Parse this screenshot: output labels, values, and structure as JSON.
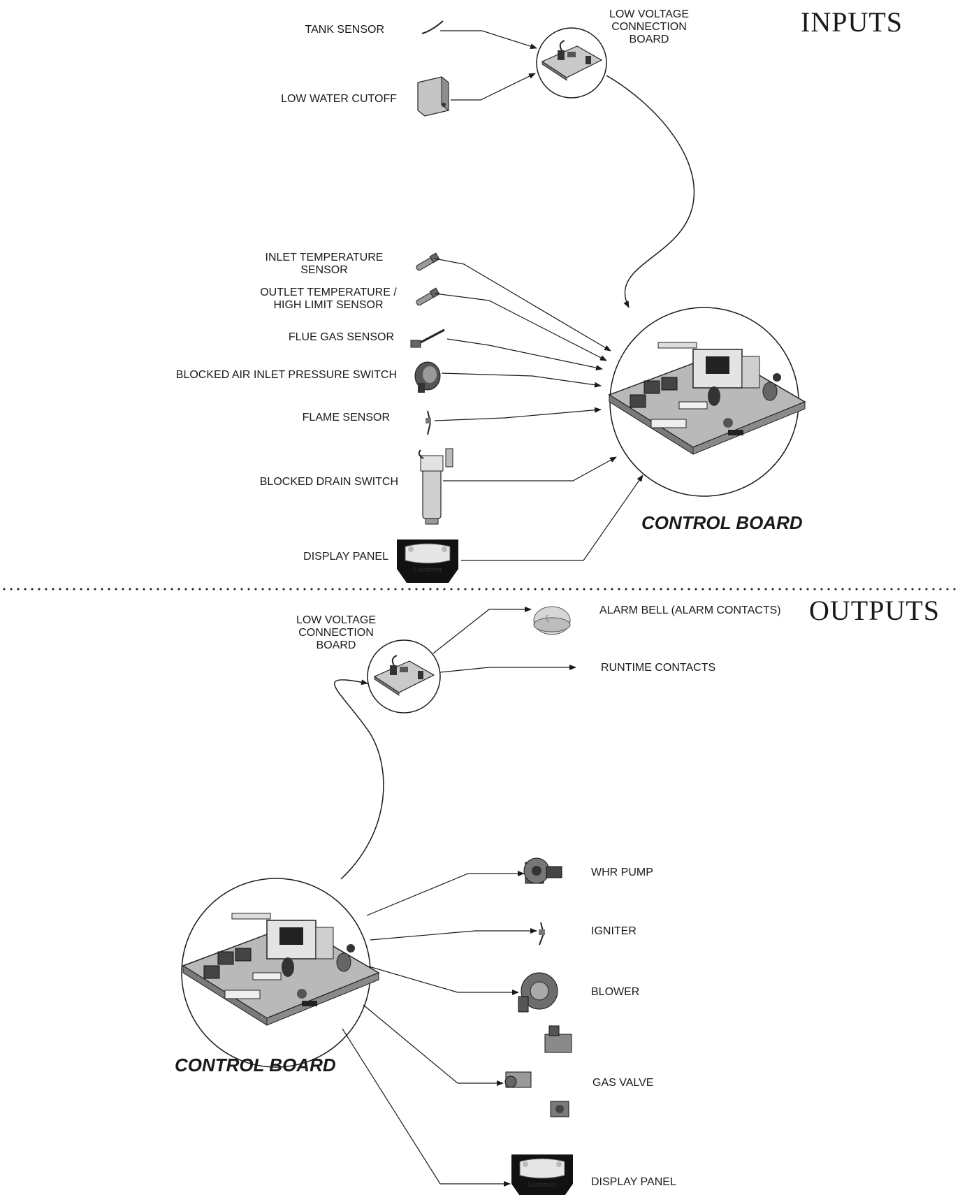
{
  "inputs": {
    "section_title": "INPUTS",
    "low_voltage_board": [
      "LOW VOLTAGE",
      "CONNECTION",
      "BOARD"
    ],
    "tank_sensor": "TANK SENSOR",
    "low_water_cutoff": "LOW WATER CUTOFF",
    "inlet_temp_sensor": [
      "INLET TEMPERATURE",
      "SENSOR"
    ],
    "outlet_temp_sensor": [
      "OUTLET TEMPERATURE /",
      "HIGH LIMIT SENSOR"
    ],
    "flue_gas_sensor": "FLUE GAS SENSOR",
    "blocked_air_switch": "BLOCKED AIR INLET PRESSURE SWITCH",
    "flame_sensor": "FLAME SENSOR",
    "blocked_drain_switch": "BLOCKED DRAIN SWITCH",
    "display_panel": "DISPLAY PANEL",
    "control_board": "CONTROL BOARD"
  },
  "outputs": {
    "section_title": "OUTPUTS",
    "low_voltage_board": [
      "LOW VOLTAGE",
      "CONNECTION",
      "BOARD"
    ],
    "alarm_bell": "ALARM BELL (ALARM CONTACTS)",
    "runtime_contacts": "RUNTIME CONTACTS",
    "whr_pump": "WHR PUMP",
    "igniter": "IGNITER",
    "blower": "BLOWER",
    "gas_valve": "GAS VALVE",
    "display_panel": "DISPLAY PANEL",
    "control_board": "CONTROL BOARD"
  },
  "logo_text": "Lochinvar",
  "colors": {
    "line": "#1a1a1a",
    "part_fill": "#9a9a9a",
    "part_light": "#d4d4d4",
    "panel_dark": "#111111"
  }
}
